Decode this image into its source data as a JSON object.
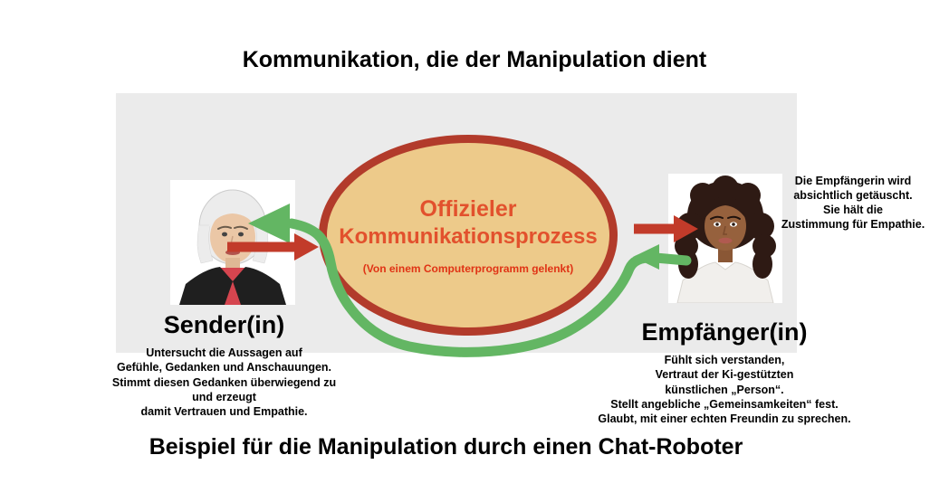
{
  "title": "Kommunikation, die der Manipulation dient",
  "footer": "Beispiel für die Manipulation durch einen Chat-Roboter",
  "ellipse": {
    "line1": "Offizieler",
    "line2": "Kommunikationsprozess",
    "subtitle": "(Von einem Computerprogramm gelenkt)"
  },
  "sender": {
    "label": "Sender(in)",
    "description": "Untersucht die Aussagen auf\nGefühle, Gedanken und Anschauungen.\nStimmt diesen Gedanken überwiegend zu\nund erzeugt\ndamit Vertrauen und Empathie."
  },
  "receiver": {
    "label": "Empfänger(in)",
    "description": "Fühlt sich verstanden,\nVertraut der Ki-gestützten\nkünstlichen „Person“.\nStellt angebliche „Gemeinsamkeiten“ fest.\nGlaubt, mit einer echten Freundin zu sprechen."
  },
  "note": "Die Empfängerin wird\nabsichtlich  getäuscht.\nSie hält die\nZustimmung für Empathie.",
  "colors": {
    "panel_bg": "#ebebeb",
    "ellipse_fill": "#edca8a",
    "ellipse_border": "#b23b2b",
    "ellipse_text": "#e2512d",
    "ellipse_subtext": "#e03315",
    "arrow_red": "#c23b2a",
    "arrow_green": "#63b663"
  },
  "icons": {
    "left_green_arrow": "hidden-feedback-arrow-to-sender",
    "left_red_arrow": "official-message-arrow-from-sender",
    "right_red_arrow": "official-message-arrow-to-receiver",
    "right_green_arrow": "hidden-feedback-arrow-from-receiver"
  }
}
